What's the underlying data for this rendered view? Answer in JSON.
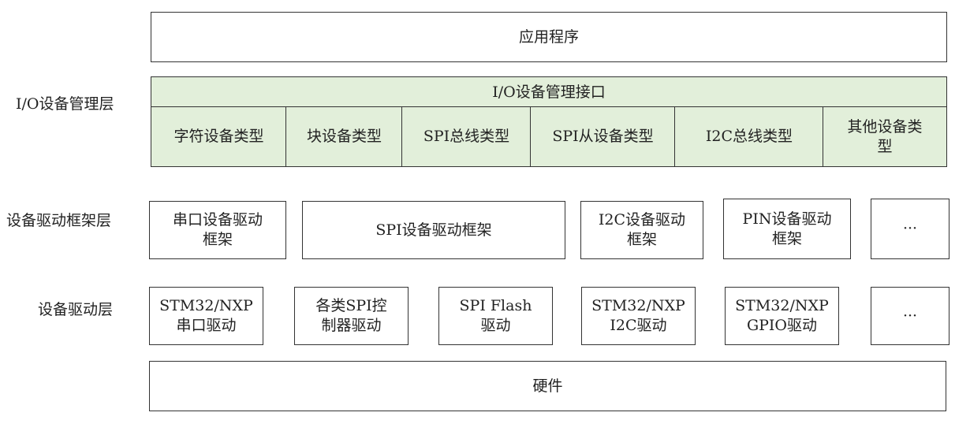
{
  "top": {
    "app": "应用程序"
  },
  "layers": {
    "io_mgmt": "I/O设备管理层",
    "driver_framework": "设备驱动框架层",
    "driver": "设备驱动层"
  },
  "io_interface": "I/O设备管理接口",
  "device_types": [
    "字符设备类型",
    "块设备类型",
    "SPI总线类型",
    "SPI从设备类型",
    "I2C总线类型",
    "其他设备类\n型"
  ],
  "frameworks": [
    "串口设备驱动\n框架",
    "SPI设备驱动框架",
    "I2C设备驱动\n框架",
    "PIN设备驱动\n框架",
    "···"
  ],
  "drivers": [
    "STM32/NXP\n串口驱动",
    "各类SPI控\n制器驱动",
    "SPI Flash\n驱动",
    "STM32/NXP\nI2C驱动",
    "STM32/NXP\nGPIO驱动",
    "···"
  ],
  "bottom": {
    "hardware": "硬件"
  }
}
